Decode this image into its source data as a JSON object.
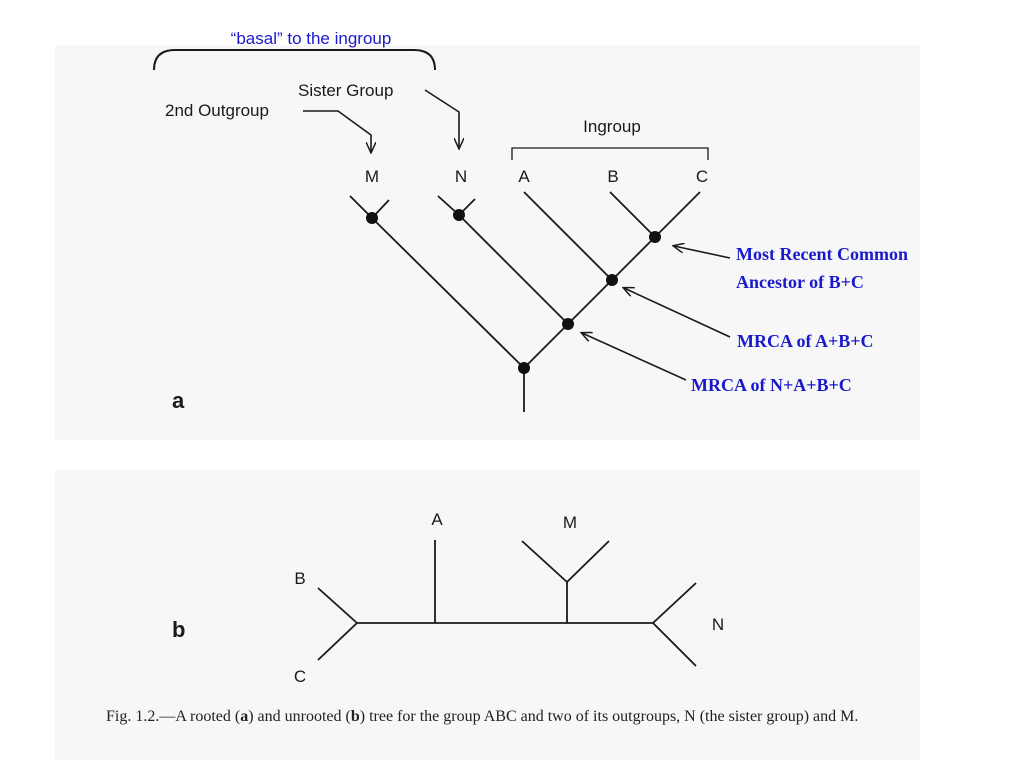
{
  "colors": {
    "accent": "#1a1acc",
    "line": "#1a1a1a",
    "scan_bg": "#f7f7f7"
  },
  "panel_a": {
    "panel_label": "a",
    "basal_label": "“basal” to the ingroup",
    "sister_group_label": "Sister Group",
    "second_outgroup_label": "2nd Outgroup",
    "ingroup_label": "Ingroup",
    "taxa": {
      "m": "M",
      "n": "N",
      "a": "A",
      "b": "B",
      "c": "C"
    },
    "annotations": {
      "mrca_bc_line1": "Most Recent Common",
      "mrca_bc_line2": "Ancestor of B+C",
      "mrca_abc": "MRCA of A+B+C",
      "mrca_nabc": "MRCA of N+A+B+C"
    }
  },
  "panel_b": {
    "panel_label": "b",
    "taxa": {
      "a": "A",
      "m": "M",
      "b": "B",
      "c": "C",
      "n": "N"
    }
  },
  "caption": {
    "lead": "Fig. 1.2.—A rooted (",
    "bold_a": "a",
    "mid": ") and unrooted (",
    "bold_b": "b",
    "rest": ") tree for the group ABC and two of its outgroups, N (the sister group) and M."
  }
}
